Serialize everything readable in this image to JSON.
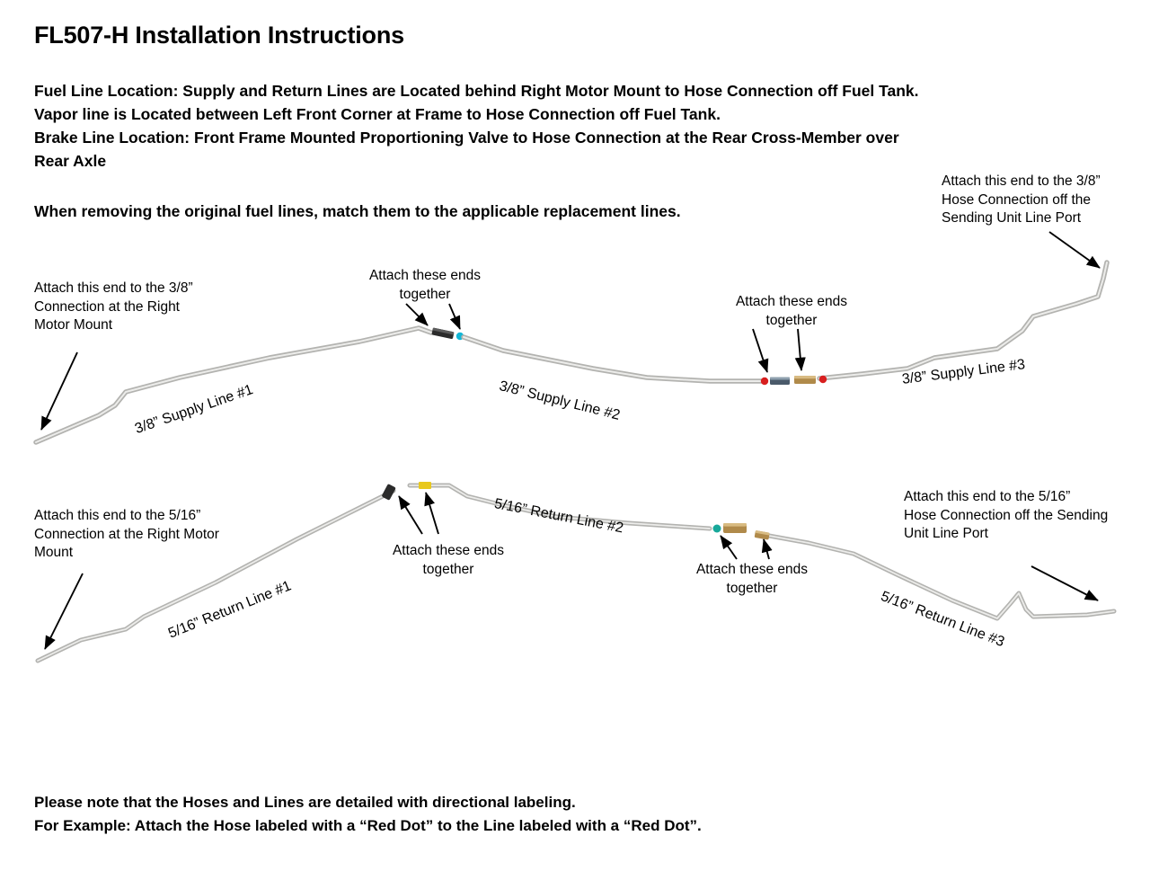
{
  "document": {
    "title": "FL507-H Installation Instructions",
    "intro_lines": [
      "Fuel Line Location:  Supply and Return Lines are Located behind Right Motor Mount to Hose Connection off Fuel Tank.",
      "Vapor line is Located between Left Front Corner at Frame to Hose Connection off Fuel Tank.",
      "Brake Line Location: Front Frame Mounted Proportioning Valve to Hose Connection at the Rear Cross-Member over",
      "Rear Axle"
    ],
    "highlight": "When removing the original fuel lines, match them to the applicable replacement lines.",
    "footer_lines": [
      "Please note that the Hoses and Lines are detailed with directional labeling.",
      "For Example: Attach the Hose labeled with a “Red Dot” to the Line labeled with a “Red Dot”."
    ]
  },
  "callouts": {
    "supply_left": {
      "l1": "Attach this end to the 3/8”",
      "l2": "Connection at the Right",
      "l3": "Motor Mount"
    },
    "supply_right": {
      "l1": "Attach this end to the 3/8”",
      "l2": "Hose Connection off the",
      "l3": "Sending Unit Line Port"
    },
    "supply_joint_1": {
      "l1": "Attach these ends",
      "l2": "together"
    },
    "supply_joint_2": {
      "l1": "Attach these ends",
      "l2": "together"
    },
    "return_left": {
      "l1": "Attach this end to the 5/16”",
      "l2": "Connection at the Right Motor",
      "l3": "Mount"
    },
    "return_right": {
      "l1": "Attach this end to the 5/16”",
      "l2": "Hose Connection off the Sending",
      "l3": "Unit Line Port"
    },
    "return_joint_1": {
      "l1": "Attach these ends",
      "l2": "together"
    },
    "return_joint_2": {
      "l1": "Attach these ends",
      "l2": "together"
    }
  },
  "pipe_labels": {
    "supply_1": "3/8” Supply Line #1",
    "supply_2": "3/8” Supply Line #2",
    "supply_3": "3/8” Supply Line #3",
    "return_1": "5/16” Return Line #1",
    "return_2": "5/16” Return Line #2",
    "return_3": "5/16” Return Line #3"
  },
  "colors": {
    "pipe_stroke": "#b3b3b0",
    "pipe_highlight": "#f2f2f0",
    "fitting_dark": "#2b2b2b",
    "fitting_brass": "#b08a4a",
    "dot_red": "#d81f1f",
    "dot_cyan": "#12b6d6",
    "dot_teal": "#17a89a",
    "band_yellow": "#e8c81e",
    "arrow": "#000000",
    "text": "#000000",
    "background": "#ffffff"
  }
}
